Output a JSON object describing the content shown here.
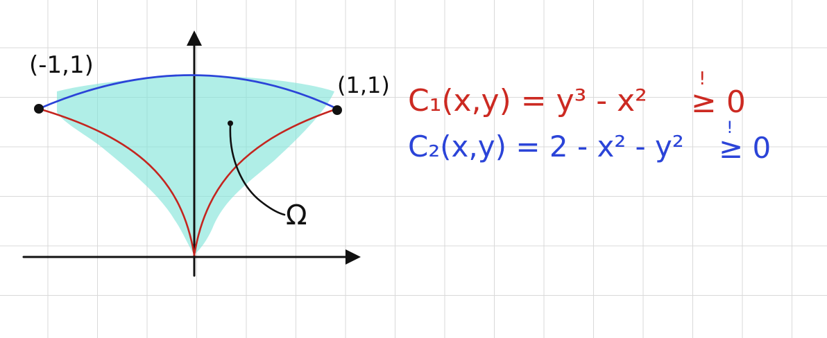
{
  "labels": {
    "point_left": "(-1,1)",
    "point_right": "(1,1)",
    "region": "Ω"
  },
  "constraints": [
    {
      "lhs": "C₁(x,y) = y³ - x²",
      "rel": "≥ 0",
      "rel_mark": "!",
      "color": "#cc2a22"
    },
    {
      "lhs": "C₂(x,y) = 2 - x² - y²",
      "rel": "≥ 0",
      "rel_mark": "!",
      "color": "#2b44d8"
    }
  ],
  "colors": {
    "region_fill": "#7fe3d8",
    "curve_c1": "#c4251f",
    "curve_c2": "#2b44d8",
    "ink": "#111111",
    "grid": "#d9d9d9"
  }
}
